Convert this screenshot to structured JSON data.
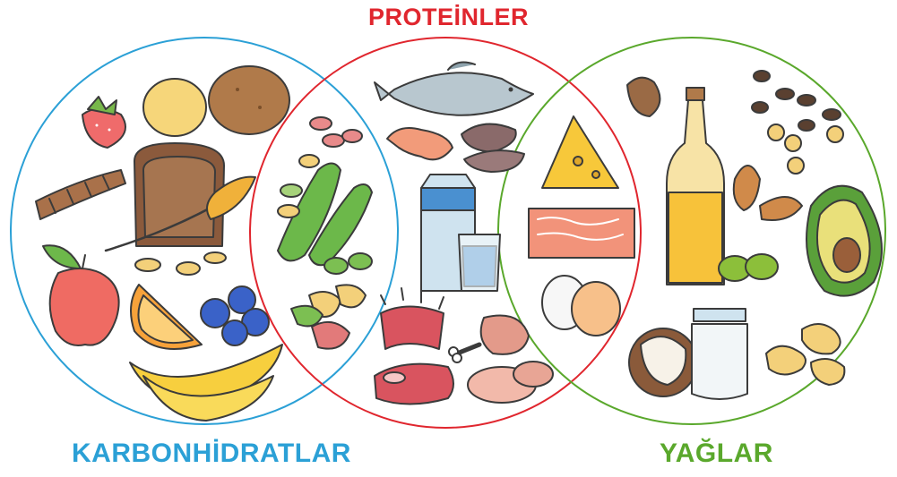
{
  "labels": {
    "proteins": "PROTEİNLER",
    "carbohydrates": "KARBONHİDRATLAR",
    "fats": "YAĞLAR"
  },
  "colors": {
    "proteins": "#e0262e",
    "carbohydrates": "#2ba0d6",
    "fats": "#5aa82c",
    "outline": "#3b3b3b"
  },
  "groups": {
    "carbohydrates": [
      "strawberry-icon",
      "potato-icon",
      "pasta-icon",
      "bread-icon",
      "wheat-icon",
      "apple-icon",
      "orange-slice-icon",
      "blueberries-icon",
      "banana-icon",
      "beans-icon"
    ],
    "proteins": [
      "fish-icon",
      "shrimp-icon",
      "mussels-icon",
      "milk-carton-icon",
      "milk-glass-icon",
      "ribs-icon",
      "chicken-leg-icon",
      "steak-icon",
      "ham-icon",
      "edamame-icon",
      "kidney-beans-icon",
      "cheese-icon",
      "salmon-fillet-icon",
      "eggs-icon"
    ],
    "fats": [
      "hazelnut-icon",
      "oil-bottle-icon",
      "coffee-beans-icon",
      "chickpeas-icon",
      "almonds-icon",
      "olives-icon",
      "avocado-icon",
      "coconut-icon",
      "yogurt-jar-icon",
      "peanuts-icon"
    ]
  }
}
